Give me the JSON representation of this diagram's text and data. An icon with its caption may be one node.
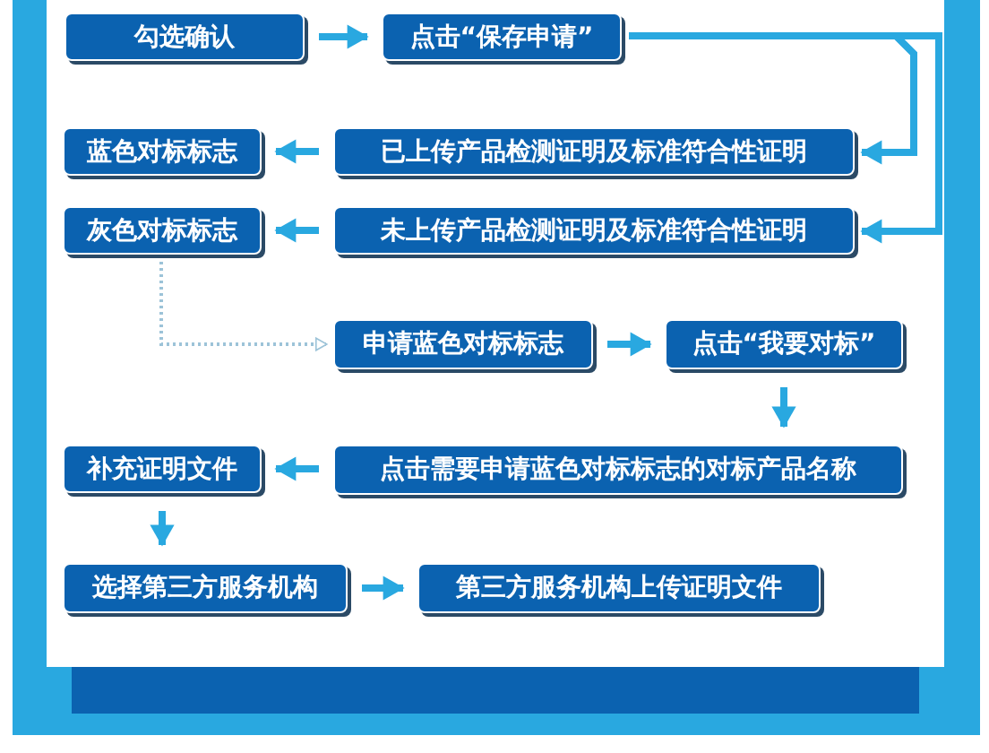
{
  "diagram": {
    "nodes": [
      {
        "text": [
          "勾选确认"
        ]
      },
      {
        "text": [
          "点击“保存申请”"
        ]
      },
      {
        "text": [
          "蓝色对标标志"
        ]
      },
      {
        "text": [
          "已上传产品检测证明及标准符合性证明"
        ]
      },
      {
        "text": [
          "灰色对标标志"
        ]
      },
      {
        "text": [
          "未上传产品检测证明及标准符合性证明"
        ]
      },
      {
        "text": [
          "申请蓝色对标标志"
        ]
      },
      {
        "text": [
          "点击“我要对标”"
        ]
      },
      {
        "text": [
          "补充证明文件"
        ]
      },
      {
        "text": [
          "点击需要申请蓝色对标标志的对标产品名称"
        ]
      },
      {
        "text": [
          "选择第三方服务机构"
        ]
      },
      {
        "text": [
          "第三方服务机构上传证明文件"
        ]
      }
    ],
    "edges": [
      {
        "from": 0,
        "to": 1,
        "arrow": "to"
      },
      {
        "from": 1,
        "to": 3,
        "arrow": "to"
      },
      {
        "from": 1,
        "to": 5,
        "arrow": "to"
      },
      {
        "from": 3,
        "to": 2,
        "arrow": "to"
      },
      {
        "from": 5,
        "to": 4,
        "arrow": "to"
      },
      {
        "from": 4,
        "to": 6,
        "arrow": "to",
        "style": "dashed",
        "color": "#9cc3d8"
      },
      {
        "from": 6,
        "to": 7,
        "arrow": "to"
      },
      {
        "from": 7,
        "to": 9,
        "arrow": "to"
      },
      {
        "from": 9,
        "to": 8,
        "arrow": "to"
      },
      {
        "from": 8,
        "to": 10,
        "arrow": "to"
      },
      {
        "from": 10,
        "to": 11,
        "arrow": "to"
      }
    ]
  }
}
